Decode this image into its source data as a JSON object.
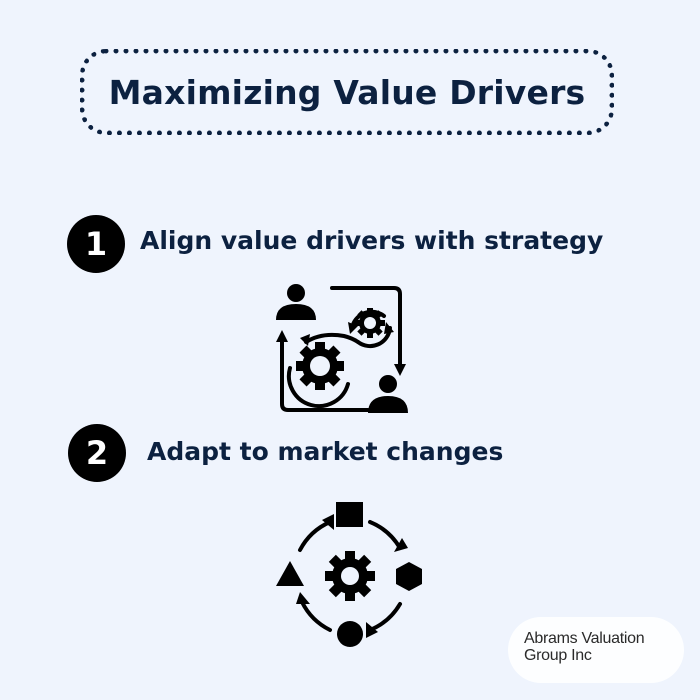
{
  "header": {
    "title": "Maximizing Value Drivers"
  },
  "steps": [
    {
      "number": "1",
      "label": "Align value drivers with strategy",
      "icon": "people-gears-cycle-icon"
    },
    {
      "number": "2",
      "label": "Adapt to market changes",
      "icon": "shapes-cycle-gear-icon"
    }
  ],
  "brand": {
    "line1": "Abrams Valuation",
    "line2": "Group Inc"
  },
  "colors": {
    "background": "#eff4fd",
    "text": "#0c2140",
    "badge": "#000000",
    "brand_bg": "#fdfeff"
  }
}
